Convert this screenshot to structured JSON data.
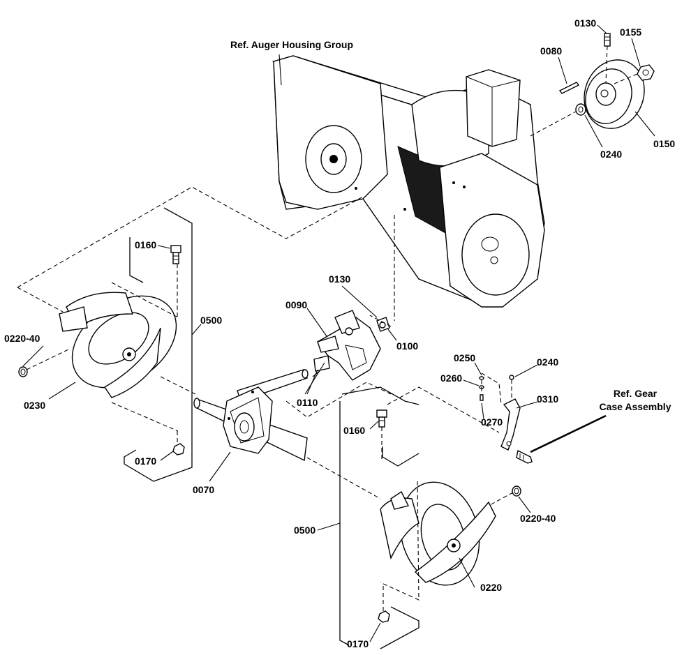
{
  "title": "",
  "references": {
    "housing": "Ref. Auger Housing Group",
    "gear_line1": "Ref. Gear",
    "gear_line2": "Case Assembly"
  },
  "callouts": {
    "c0130_top": "0130",
    "c0155": "0155",
    "c0080": "0080",
    "c0150": "0150",
    "c0240_top": "0240",
    "c0160_left": "0160",
    "c0130_mid": "0130",
    "c0090": "0090",
    "c0100": "0100",
    "c0500_left": "0500",
    "c0220_40_left": "0220-40",
    "c0230": "0230",
    "c0110": "0110",
    "c0250": "0250",
    "c0240_mid": "0240",
    "c0260": "0260",
    "c0310": "0310",
    "c0270": "0270",
    "c0160_right": "0160",
    "c0170_left": "0170",
    "c0070": "0070",
    "c0220_40_right": "0220-40",
    "c0500_right": "0500",
    "c0220": "0220",
    "c0170_bottom": "0170"
  }
}
